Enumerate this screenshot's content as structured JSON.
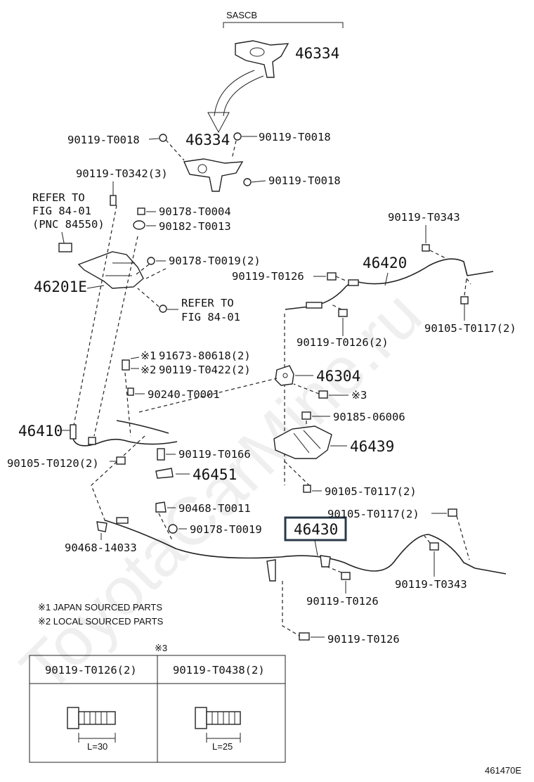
{
  "watermark": "ToyotaCarMine.ru",
  "header": {
    "variant": "SASCB"
  },
  "callouts": {
    "p46334_top": "46334",
    "p46334": "46334",
    "p46201E": "46201E",
    "p46420": "46420",
    "p46304": "46304",
    "p46410": "46410",
    "p46439": "46439",
    "p46451": "46451",
    "p46430": "46430"
  },
  "parts": {
    "b1": "90119-T0018",
    "b2": "90119-T0018",
    "b3": "90119-T0018",
    "b4": "90119-T0342(3)",
    "b5": "90178-T0004",
    "b6": "90182-T0013",
    "b7": "90178-T0019(2)",
    "b8": "90119-T0343",
    "b9": "90119-T0126",
    "b10": "90119-T0126(2)",
    "b11": "90105-T0117(2)",
    "b12": "91673-80618(2)",
    "b13": "90119-T0422(2)",
    "b14": "90240-T0001",
    "b15": "90185-06006",
    "b16": "90105-T0120(2)",
    "b17": "90119-T0166",
    "b18": "90105-T0117(2)",
    "b19": "90468-T0011",
    "b20": "90178-T0019",
    "b21": "90105-T0117(2)",
    "b22": "90468-14033",
    "b23": "90119-T0343",
    "b24": "90119-T0126",
    "b25": "90119-T0126"
  },
  "refs": {
    "r1_line1": "REFER TO",
    "r1_line2": "FIG 84-01",
    "r1_line3": "(PNC 84550)",
    "r2_line1": "REFER TO",
    "r2_line2": "FIG 84-01"
  },
  "marks": {
    "m1": "※1",
    "m2": "※2",
    "m3": "※3"
  },
  "legend": {
    "note1": "※1  JAPAN SOURCED PARTS",
    "note2": "※2  LOCAL SOURCED PARTS"
  },
  "table": {
    "mark": "※3",
    "col1_header": "90119-T0126(2)",
    "col2_header": "90119-T0438(2)",
    "col1_length": "L=30",
    "col2_length": "L=25"
  },
  "figure_id": "461470E",
  "colors": {
    "ink": "#222222",
    "highlight_box": "#2a3a4a"
  }
}
